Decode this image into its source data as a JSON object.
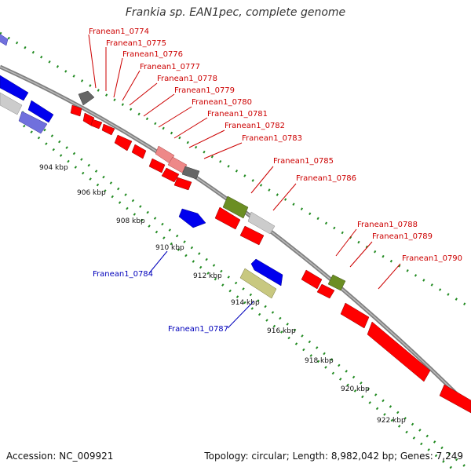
{
  "title": "Frankia sp. EAN1pec, complete genome",
  "footer": {
    "accession": "Accession: NC_009921",
    "summary": "Topology: circular; Length: 8,982,042 bp; Genes: 7,249"
  },
  "colors": {
    "forward_cds": "#ff0000",
    "forward_faded": "#ee8888",
    "reverse_cds": "#0000ee",
    "reverse_faded": "#7070dd",
    "olive_gene": "#6b8e23",
    "khaki_gene": "#c8c880",
    "gray_gene": "#666666",
    "light_gray_gene": "#cccccc",
    "backbone": "#808080",
    "tick_green": "#228b22",
    "label_red": "#cc0000",
    "label_blue": "#0000bb"
  },
  "ticks": [
    {
      "label": "904 kbp"
    },
    {
      "label": "906 kbp"
    },
    {
      "label": "908 kbp"
    },
    {
      "label": "910 kbp"
    },
    {
      "label": "912 kbp"
    },
    {
      "label": "914 kbp"
    },
    {
      "label": "916 kbp"
    },
    {
      "label": "918 kbp"
    },
    {
      "label": "920 kbp"
    },
    {
      "label": "922 kbp"
    }
  ],
  "gene_labels_top": [
    "Franean1_0774",
    "Franean1_0775",
    "Franean1_0776",
    "Franean1_0777",
    "Franean1_0778",
    "Franean1_0779",
    "Franean1_0780",
    "Franean1_0781",
    "Franean1_0782",
    "Franean1_0783",
    "Franean1_0785",
    "Franean1_0786",
    "Franean1_0788",
    "Franean1_0789",
    "Franean1_0790"
  ],
  "gene_labels_bottom": [
    "Franean1_0784",
    "Franean1_0787"
  ]
}
